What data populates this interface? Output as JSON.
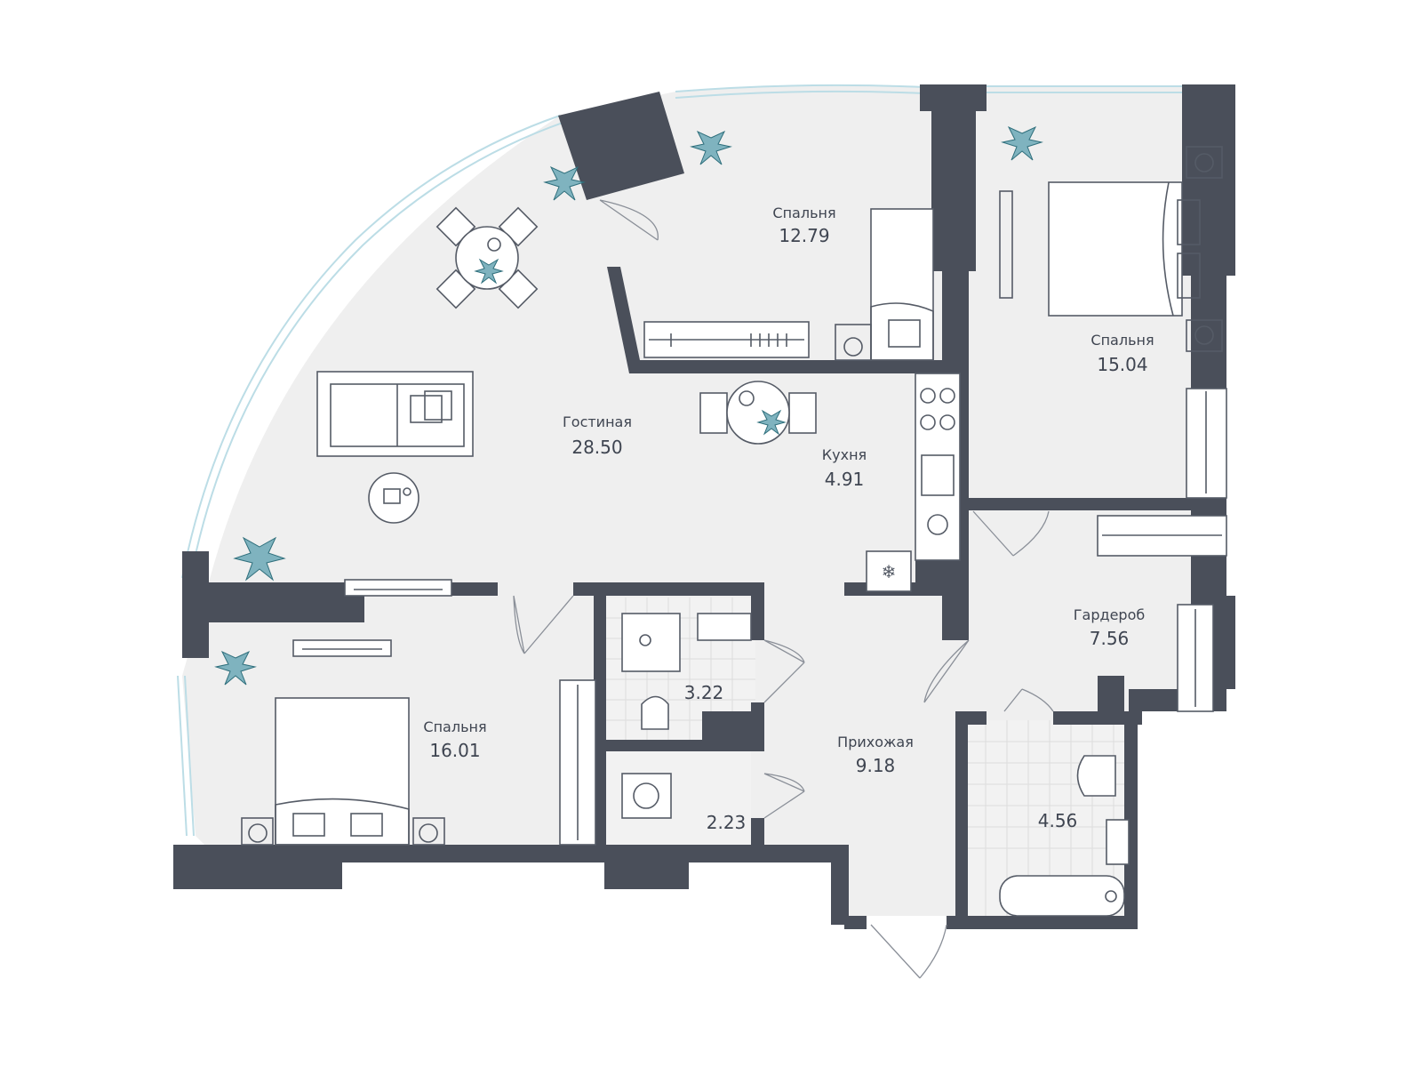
{
  "rooms": [
    {
      "id": "bedroom-a",
      "name": "Спальня",
      "area": "12.79"
    },
    {
      "id": "bedroom-b",
      "name": "Спальня",
      "area": "15.04"
    },
    {
      "id": "living",
      "name": "Гостиная",
      "area": "28.50"
    },
    {
      "id": "kitchen",
      "name": "Кухня",
      "area": "4.91"
    },
    {
      "id": "wardrobe",
      "name": "Гардероб",
      "area": "7.56"
    },
    {
      "id": "bedroom-c",
      "name": "Спальня",
      "area": "16.01"
    },
    {
      "id": "bath-a",
      "name": "",
      "area": "3.22"
    },
    {
      "id": "hall",
      "name": "Прихожая",
      "area": "9.18"
    },
    {
      "id": "laundry",
      "name": "",
      "area": "2.23"
    },
    {
      "id": "bath-b",
      "name": "",
      "area": "4.56"
    }
  ],
  "colors": {
    "wall": "#4a4f5a",
    "floor": "#efefef",
    "window": "#bcdde6",
    "plant": "#7fb3bf",
    "text": "#3f4551"
  },
  "icons": [
    "plant-icon",
    "snowflake-icon",
    "sink-icon",
    "toilet-icon",
    "bathtub-icon",
    "washer-icon",
    "bed-icon",
    "sofa-icon",
    "table-icon"
  ]
}
